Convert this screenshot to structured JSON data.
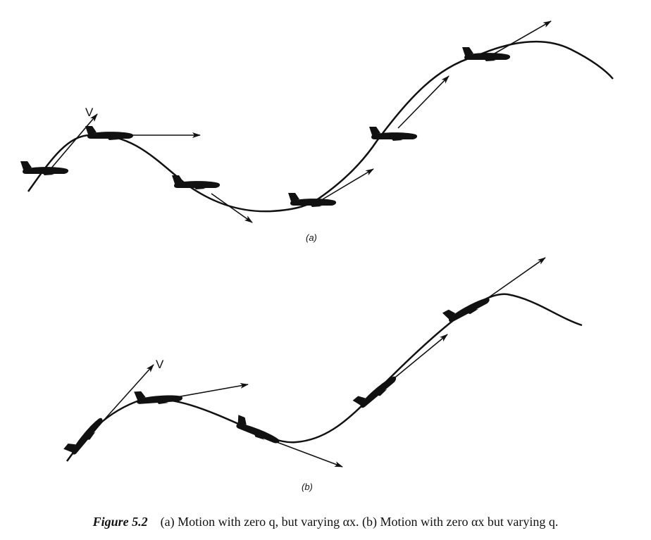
{
  "figure": {
    "panel_a": {
      "label": "(a)",
      "vector_label": "V"
    },
    "panel_b": {
      "label": "(b)",
      "vector_label": "V"
    },
    "caption": {
      "figure_label": "Figure 5.2",
      "text": "(a) Motion with zero q, but varying αx. (b) Motion with zero αx but varying q."
    }
  }
}
